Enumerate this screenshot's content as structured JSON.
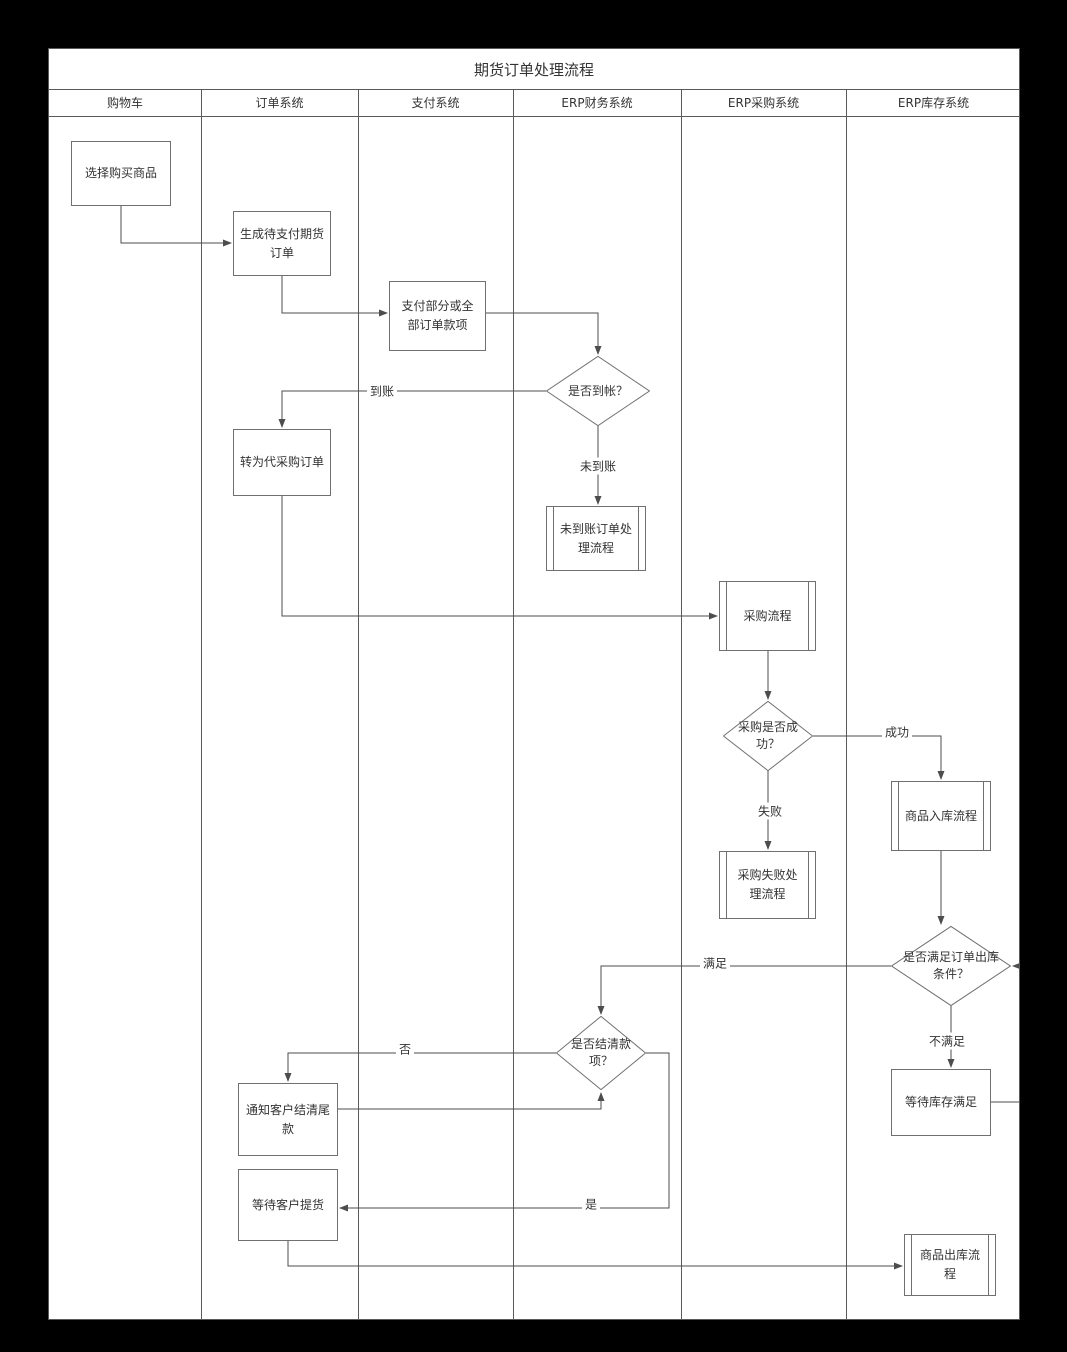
{
  "diagram": {
    "title": "期货订单处理流程",
    "lanes": [
      "购物车",
      "订单系统",
      "支付系统",
      "ERP财务系统",
      "ERP采购系统",
      "ERP库存系统"
    ],
    "nodes": {
      "select_goods": "选择购买商品",
      "create_order": "生成待支付期货订单",
      "pay_order": "支付部分或全部订单款项",
      "payment_arrived": "是否到帐？",
      "to_procure_order": "转为代采购订单",
      "unpaid_flow": "未到账订单处理流程",
      "procure_flow": "采购流程",
      "procure_ok": "采购是否成功？",
      "inbound_flow": "商品入库流程",
      "procure_fail_flow": "采购失败处理流程",
      "stock_ok": "是否满足订单出库条件？",
      "wait_stock": "等待库存满足",
      "settled": "是否结清款项？",
      "notify_customer": "通知客户结清尾款",
      "wait_pickup": "等待客户提货",
      "outbound_flow": "商品出库流程"
    },
    "edge_labels": {
      "arrived": "到账",
      "not_arrived": "未到账",
      "success": "成功",
      "fail": "失败",
      "satisfied": "满足",
      "not_satisfied": "不满足",
      "no": "否",
      "yes": "是"
    },
    "colors": {
      "page_bg": "#000000",
      "canvas_bg": "#ffffff",
      "line": "#4d4d4d",
      "box_border": "#707070",
      "text": "#333333"
    }
  }
}
